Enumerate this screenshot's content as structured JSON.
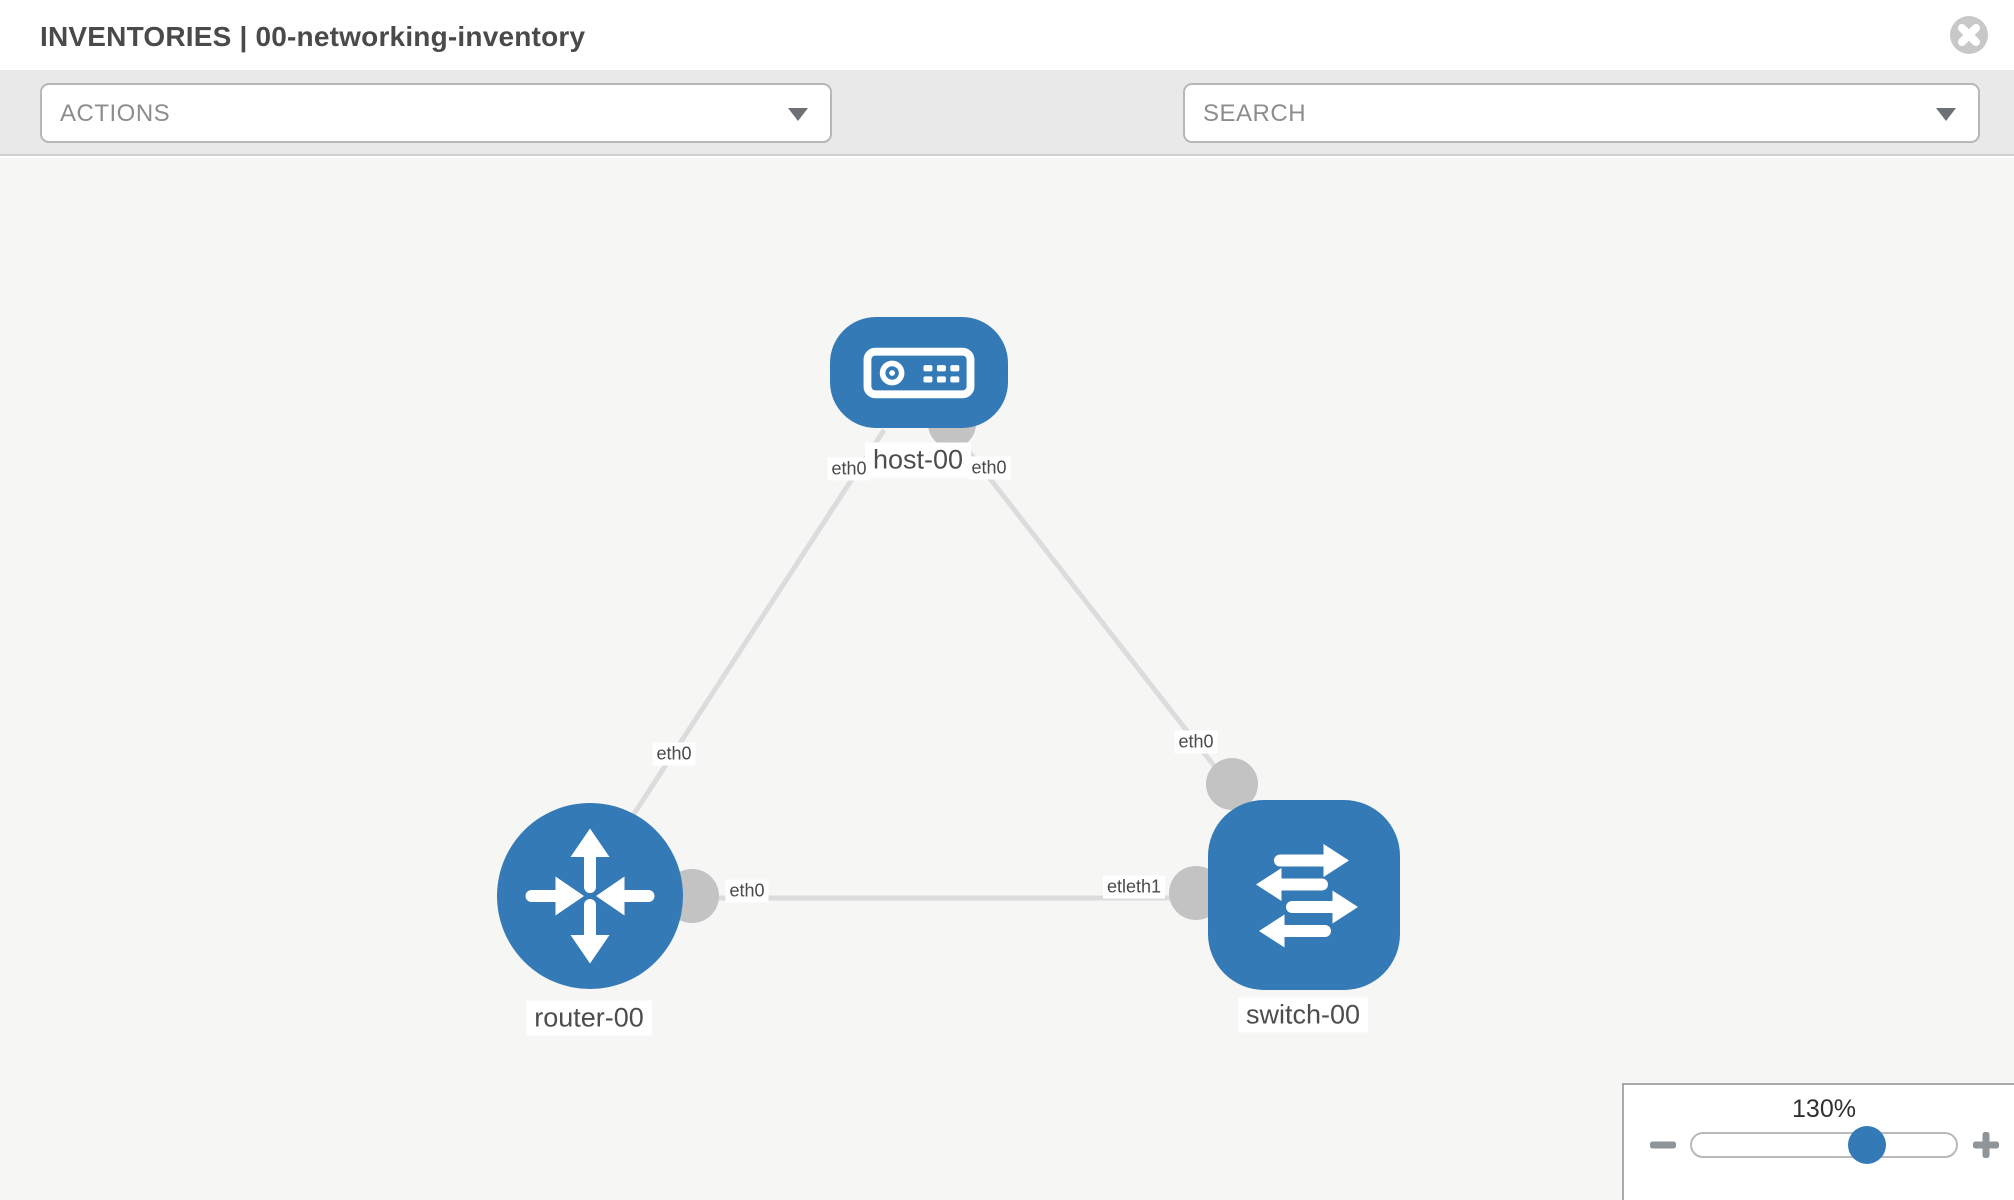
{
  "header": {
    "title": "INVENTORIES | 00-networking-inventory"
  },
  "toolbar": {
    "actions_label": "ACTIONS",
    "search_label": "SEARCH",
    "icons": [
      "wrench-icon",
      "key-icon"
    ]
  },
  "canvas": {
    "nodes": [
      {
        "name": "host-00",
        "type": "host"
      },
      {
        "name": "router-00",
        "type": "router"
      },
      {
        "name": "switch-00",
        "type": "switch"
      }
    ],
    "links": [
      {
        "from": "host-00",
        "to": "router-00",
        "from_label": "eth0",
        "to_label": "eth0"
      },
      {
        "from": "host-00",
        "to": "switch-00",
        "from_label": "eth0",
        "to_label": "eth0"
      },
      {
        "from": "router-00",
        "to": "switch-00",
        "from_label": "eth0",
        "to_label": "etleth1"
      }
    ]
  },
  "zoom_control": {
    "level": "130%"
  },
  "colors": {
    "node_blue": "#337ab7",
    "link_gray": "#dcdcdc",
    "connector_gray": "#c3c3c3",
    "toolbar_bg": "#e9e9ea",
    "canvas_bg": "#f6f6f5"
  }
}
